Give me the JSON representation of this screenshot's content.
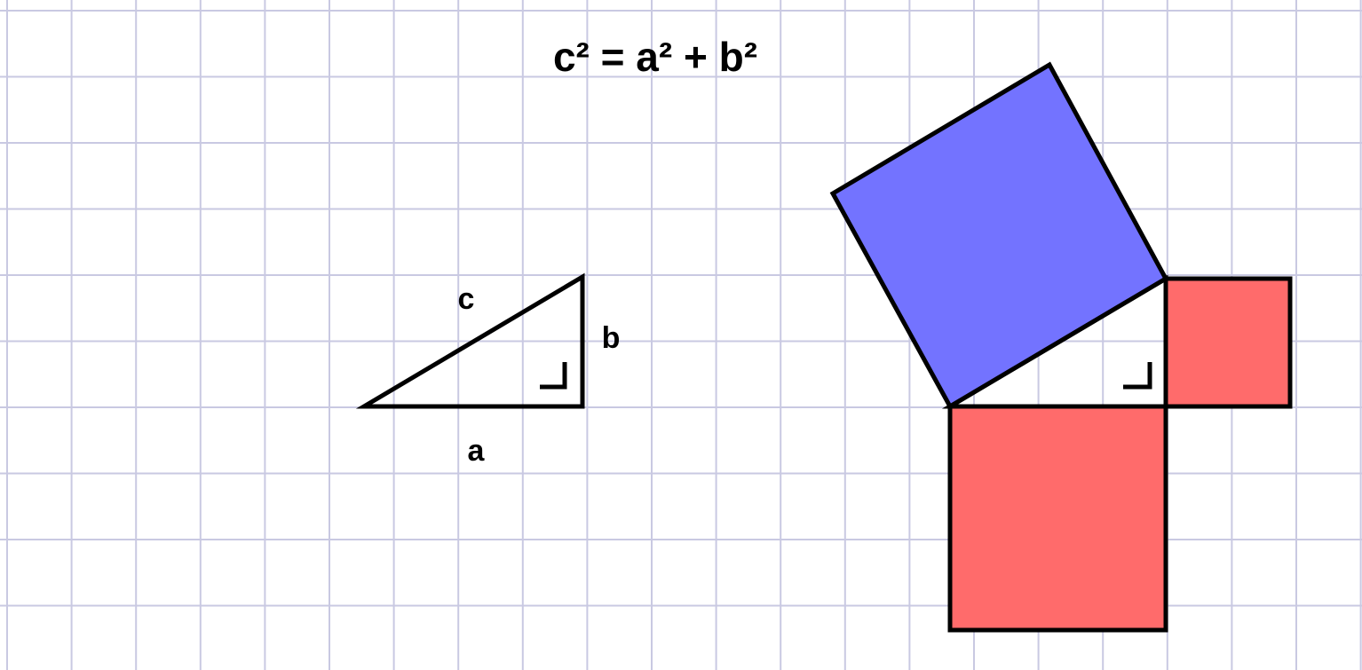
{
  "formula": "c² = a² + b²",
  "triangle": {
    "label_c": "c",
    "label_b": "b",
    "label_a": "a"
  },
  "colors": {
    "background": "#ffffff",
    "grid_line": "#c9c9e2",
    "outline": "#000000",
    "hypotenuse_square_fill": "#7373ff",
    "leg_square_fill": "#ff6b6b"
  },
  "icons": {
    "right_angle_marker": "right-angle-icon"
  }
}
